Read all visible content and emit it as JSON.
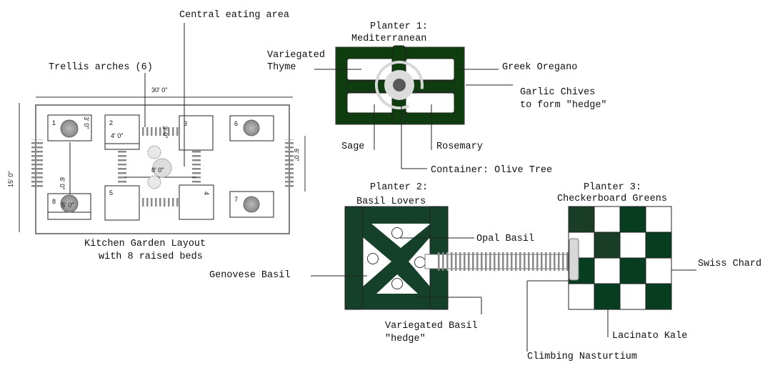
{
  "layout": {
    "title_line1": "Kitchen Garden Layout",
    "title_line2": "with 8 raised beds",
    "central_label": "Central eating area",
    "trellis_label": "Trellis arches (6)",
    "dims": {
      "width": "30' 0\"",
      "height": "15' 0\"",
      "bed_height": "3' 0\"",
      "bed_width": "4' 0\"",
      "gap_v": "6' 0\"",
      "circle": "5' 0\"",
      "center": "8' 0\"",
      "small_gap": "3' 0\"",
      "right_gap": "6' 0\""
    },
    "beds": [
      "1",
      "2",
      "3",
      "4",
      "5",
      "6",
      "7",
      "8"
    ]
  },
  "planter1": {
    "title_line1": "Planter 1:",
    "title_line2": "Mediterranean",
    "labels": {
      "thyme1": "Variegated",
      "thyme2": "Thyme",
      "oregano": "Greek Oregano",
      "chives1": "Garlic Chives",
      "chives2": "to form \"hedge\"",
      "sage": "Sage",
      "rosemary": "Rosemary",
      "container": "Container: Olive Tree"
    },
    "color": "#0f3d0f"
  },
  "planter2": {
    "title_line1": "Planter 2:",
    "title_line2": "Basil Lovers",
    "labels": {
      "opal": "Opal Basil",
      "genovese": "Genovese Basil",
      "variegated1": "Variegated Basil",
      "variegated2": "\"hedge\"",
      "nasturtium": "Climbing Nasturtium"
    },
    "color": "#15402a"
  },
  "planter3": {
    "title_line1": "Planter 3:",
    "title_line2": "Checkerboard Greens",
    "labels": {
      "chard": "Swiss Chard",
      "kale": "Lacinato Kale"
    },
    "grid": [
      [
        "dark2",
        "white",
        "dark",
        "white"
      ],
      [
        "white",
        "dark2",
        "white",
        "dark"
      ],
      [
        "dark",
        "white",
        "dark",
        "white"
      ],
      [
        "white",
        "dark",
        "white",
        "dark"
      ]
    ],
    "colors": {
      "dark": "#073d20",
      "dark2": "#1a3d28"
    }
  }
}
